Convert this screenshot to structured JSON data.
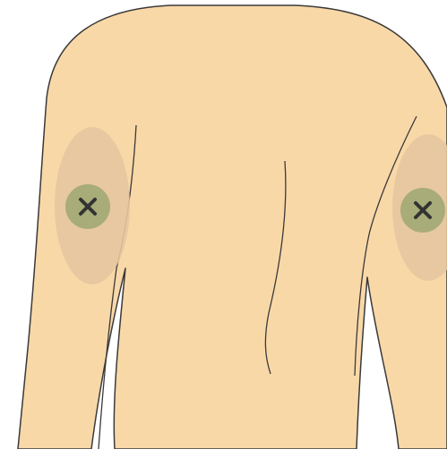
{
  "figure": {
    "subject": "back-of-upper-body",
    "colors": {
      "background": "#ffffff",
      "skin": "#f9d8a8",
      "outline": "#3a3a3a",
      "zone": "#e6c79e",
      "marker_fill": "#a8ac78",
      "marker_x": "#333333"
    },
    "sites": [
      {
        "name": "left-upper-arm-back",
        "icon": "close-icon"
      },
      {
        "name": "right-upper-arm-back",
        "icon": "close-icon"
      }
    ]
  }
}
